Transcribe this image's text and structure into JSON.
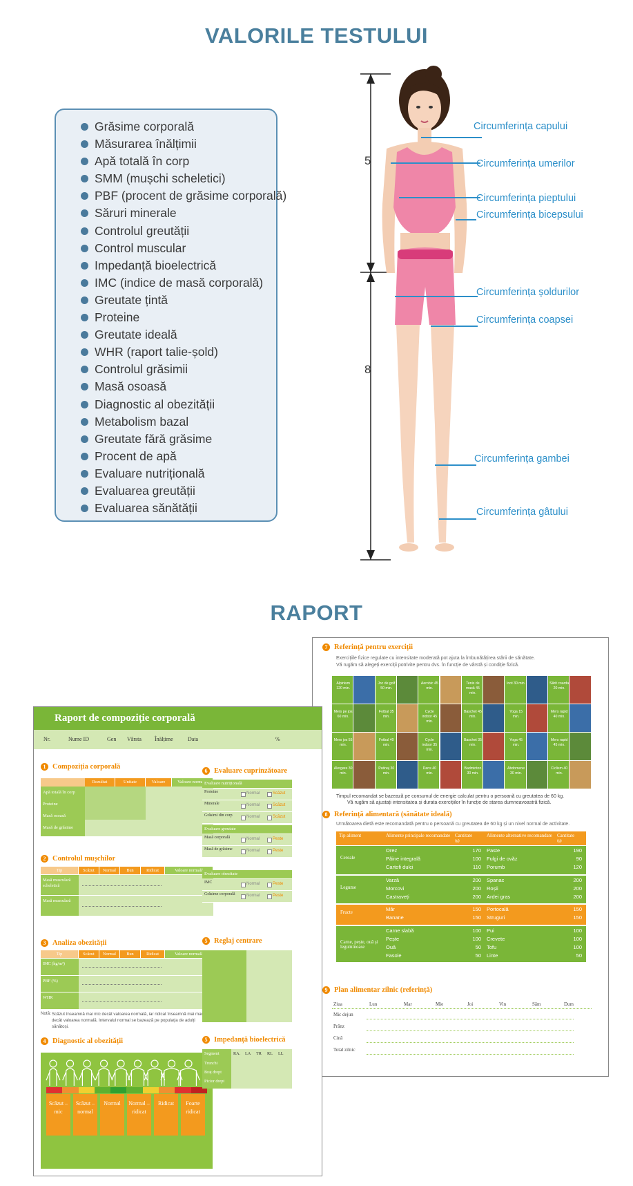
{
  "titles": {
    "test_values": "VALORILE TESTULUI",
    "report": "RAPORT"
  },
  "test_list": [
    "Grăsime corporală",
    "Măsurarea înălțimii",
    "Apă totală în corp",
    "SMM (mușchi scheletici)",
    "PBF (procent de grăsime corporală)",
    "Săruri minerale",
    "Controlul greutății",
    "Control muscular",
    "Impedanță bioelectrică",
    "IMC (indice de masă corporală)",
    "Greutate țintă",
    "Proteine",
    "Greutate ideală",
    "WHR (raport talie-șold)",
    "Controlul grăsimii",
    "Masă osoasă",
    "Diagnostic al obezității",
    "Metabolism bazal",
    "Greutate fără grăsime",
    "Procent de apă",
    "Evaluare nutrițională",
    "Evaluarea greutății",
    "Evaluarea sănătății"
  ],
  "figure": {
    "ratio_upper": "5",
    "ratio_lower": "8",
    "labels": [
      "Circumferința capului",
      "Circumferința umerilor",
      "Circumferința pieptului",
      "Circumferința bicepsului",
      "Circumferința șoldurilor",
      "Circumferința coapsei",
      "Circumferința gambei",
      "Circumferința gâtului"
    ]
  },
  "report1": {
    "title": "Raport de compoziție corporală",
    "header_fields": [
      "Nr.",
      "Nume ID",
      "Gen",
      "Vârsta",
      "Înălțime",
      "Data",
      "%"
    ],
    "s1": {
      "num": "1",
      "title": "Compoziția corporală",
      "cols": [
        "Rezultat",
        "Unitate",
        "Valoare",
        "Valoare normală"
      ],
      "rows": [
        "Apă totală în corp",
        "Proteine",
        "Masă osoasă",
        "Masă de grăsime"
      ]
    },
    "s2": {
      "num": "2",
      "title": "Controlul mușchilor",
      "cols": [
        "Tip",
        "Scăzut",
        "Normal",
        "Bun",
        "Ridicat",
        "Valoare normală"
      ],
      "rows": [
        "Masă musculară scheletică",
        "Masă musculară"
      ]
    },
    "s3": {
      "num": "3",
      "title": "Analiza obezității",
      "cols": [
        "Tip",
        "Scăzut",
        "Normal",
        "Bun",
        "Ridicat",
        "Valoare normală"
      ],
      "rows": [
        "IMC (kg/m²)",
        "PBF (%)",
        "WHR"
      ],
      "note_label": "Notă:",
      "note": "Scăzut înseamnă mai mic decât valoarea normală, iar ridicat înseamnă mai mare decât valoarea normală. Intervalul normal se bazează pe populația de adulți sănătoși."
    },
    "s4": {
      "num": "4",
      "title": "Diagnostic al obezității",
      "levels": [
        "Scăzut – mic",
        "Scăzut – normal",
        "Normal",
        "Normal – ridicat",
        "Ridicat",
        "Foarte ridicat"
      ]
    },
    "s5a": {
      "num": "5",
      "title": "Reglaj centrare"
    },
    "s5b": {
      "num": "5",
      "title": "Impedanță bioelectrică",
      "cols": [
        "Segment",
        "RA.",
        "LA",
        "TR",
        "RL",
        "LL"
      ],
      "rows": [
        "Trunchi",
        "Braț drept",
        "Picior drept"
      ]
    },
    "s6": {
      "num": "6",
      "title": "Evaluare cuprinzătoare",
      "nutr": {
        "title": "Evaluare nutrițională",
        "rows": [
          "Proteine",
          "Minerale",
          "Grăsimi din corp"
        ],
        "opts": [
          "Normal",
          "Scăzut"
        ]
      },
      "weight": {
        "title": "Evaluare greutate",
        "rows": [
          "Masă corporală",
          "Masă de grăsime"
        ],
        "opts": [
          "Normal",
          "Peste"
        ]
      },
      "obes": {
        "title": "Evaluare obezitate",
        "rows": [
          "IMC",
          "Grăsime corporală"
        ],
        "opts": [
          "Normal",
          "Peste"
        ]
      }
    }
  },
  "report2": {
    "s7": {
      "num": "7",
      "title": "Referință pentru exerciții",
      "desc1": "Exercițiile fizice regulate cu intensitate moderată pot ajuta la îmbunătățirea stării de sănătate.",
      "desc2": "Vă rugăm să alegeți exerciții potrivite pentru dvs. în funcție de vârstă și condiție fizică.",
      "tiles": [
        "Alpinism 120 min.",
        "Joc de golf 50 min.",
        "Aerobic 45 min.",
        "Tenis de masă 45 min.",
        "Înot 30 min.",
        "Sărit coarda 20 min.",
        "Mers pe jos 60 min.",
        "Fotbal 35 min.",
        "Cycle indoor 45 min.",
        "Baschet 45 min.",
        "Yoga 15 min.",
        "Mers rapid 40 min.",
        "Mers jos 55 min.",
        "Fotbal 40 min.",
        "Cycle indoor 35 min.",
        "Baschet 35 min.",
        "Yoga 45 min.",
        "Mers rapid 45 min.",
        "Alergare 30 min.",
        "Patinaj 30 min.",
        "Dans 40 min.",
        "Badminton 30 min.",
        "Abdomene 30 min.",
        "Ciclism 40 min."
      ],
      "foot1": "Timpul recomandat se bazează pe consumul de energie calculat pentru o persoană cu greutatea de 60 kg.",
      "foot2": "Vă rugăm să ajustați intensitatea și durata exercițiilor în funcție de starea dumneavoastră fizică."
    },
    "s8": {
      "num": "8",
      "title": "Referință alimentară (sănătate ideală)",
      "desc": "Următoarea dietă este recomandată pentru o persoană cu greutatea de 60 kg și un nivel normal de activitate.",
      "cols": [
        "Tip aliment",
        "Alimente principale recomandate",
        "Cantitate",
        "Alimente alternative recomandate",
        "Cantitate"
      ],
      "unit": "(g)",
      "groups": [
        {
          "name": "Cereale",
          "rows": [
            [
              "Orez",
              "170",
              "Paste",
              "190"
            ],
            [
              "Pâine integrală",
              "100",
              "Fulgi de ovăz",
              "90"
            ],
            [
              "Cartofi dulci",
              "110",
              "Porumb",
              "120"
            ]
          ]
        },
        {
          "name": "Legume",
          "rows": [
            [
              "Varză",
              "200",
              "Spanac",
              "200"
            ],
            [
              "Morcovi",
              "200",
              "Roșii",
              "200"
            ],
            [
              "Castraveți",
              "200",
              "Ardei gras",
              "200"
            ]
          ]
        },
        {
          "name": "Fructe",
          "rows": [
            [
              "Măr",
              "150",
              "Portocală",
              "150"
            ],
            [
              "Banane",
              "150",
              "Struguri",
              "150"
            ]
          ]
        },
        {
          "name": "Carne, pește, ouă și leguminoase",
          "rows": [
            [
              "Carne slabă",
              "100",
              "Pui",
              "100"
            ],
            [
              "Pește",
              "100",
              "Crevete",
              "100"
            ],
            [
              "Ouă",
              "50",
              "Tofu",
              "100"
            ],
            [
              "Fasole",
              "50",
              "Linte",
              "50"
            ]
          ]
        }
      ]
    },
    "s9": {
      "num": "9",
      "title": "Plan alimentar zilnic (referință)",
      "days": [
        "Ziua",
        "Lun",
        "Mar",
        "Mie",
        "Joi",
        "Vin",
        "Sâm",
        "Dum"
      ],
      "meals": [
        "Mic dejun",
        "Prânz",
        "Cină",
        "Total zilnic"
      ]
    }
  },
  "colors": {
    "title": "#4a7f9d",
    "accent": "#f08a00",
    "green": "#8fc440",
    "label_blue": "#2c8fc9"
  }
}
